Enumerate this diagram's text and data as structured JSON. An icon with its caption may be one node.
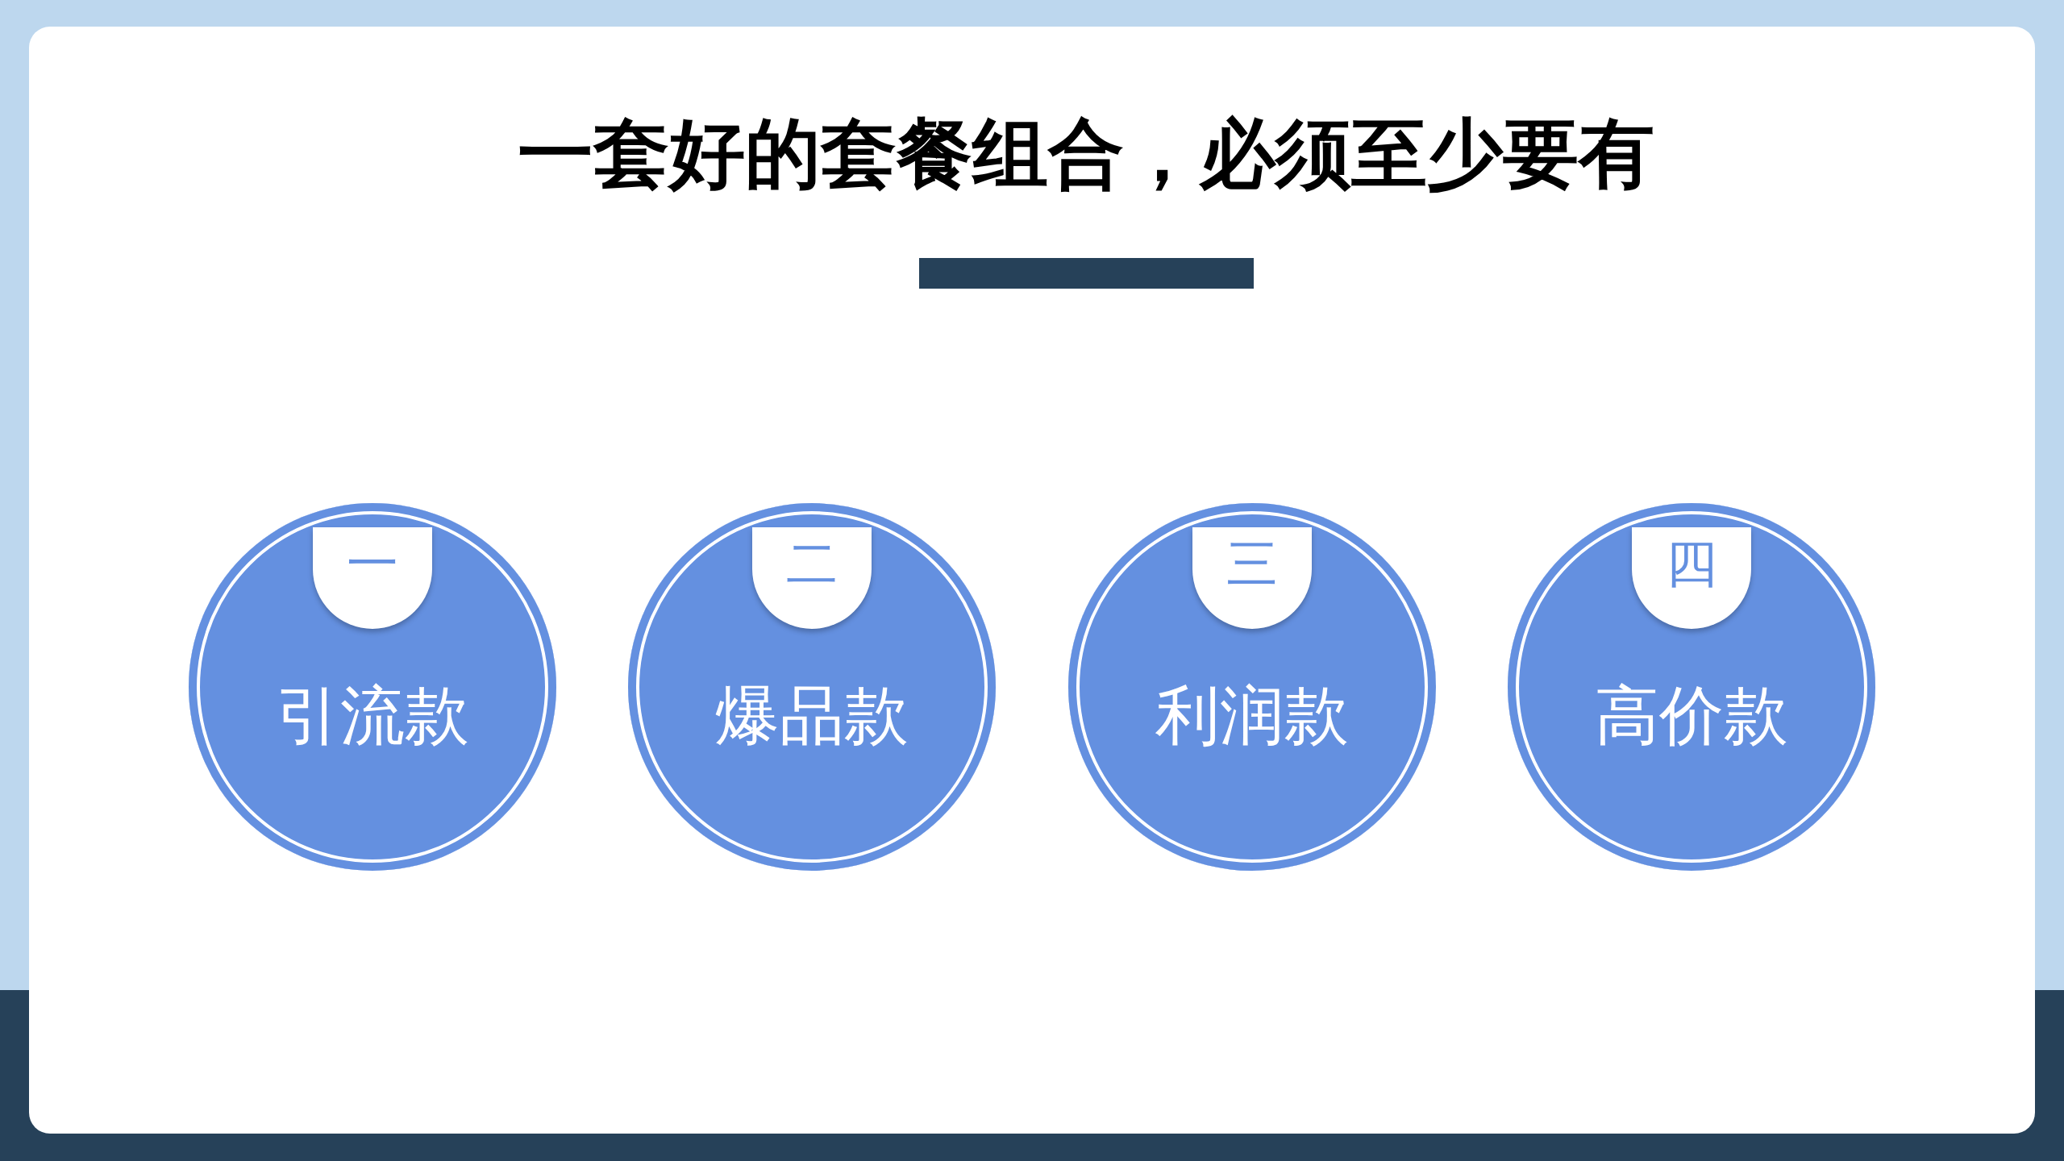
{
  "diagram": {
    "title": "一套好的套餐组合，必须至少要有",
    "nodes": [
      {
        "text": [
          "引流款"
        ]
      },
      {
        "text": [
          "一"
        ],
        "in": 0
      },
      {
        "text": [
          "爆品款"
        ]
      },
      {
        "text": [
          "二"
        ],
        "in": 2
      },
      {
        "text": [
          "利润款"
        ]
      },
      {
        "text": [
          "三"
        ],
        "in": 4
      },
      {
        "text": [
          "高价款"
        ]
      },
      {
        "text": [
          "四"
        ],
        "in": 6
      }
    ],
    "edges": []
  }
}
